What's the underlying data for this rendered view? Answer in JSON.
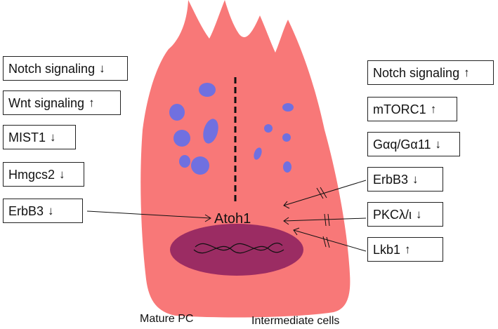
{
  "left_boxes": [
    {
      "label": "Notch signaling",
      "arrow": "↓"
    },
    {
      "label": "Wnt signaling",
      "arrow": "↑"
    },
    {
      "label": "MIST1",
      "arrow": "↓"
    },
    {
      "label": "Hmgcs2",
      "arrow": "↓"
    },
    {
      "label": "ErbB3",
      "arrow": "↓"
    }
  ],
  "right_boxes": [
    {
      "label": "Notch signaling",
      "arrow": "↑"
    },
    {
      "label": "mTORC1",
      "arrow": "↑"
    },
    {
      "label": "Gαq/Gα11",
      "arrow": "↓"
    },
    {
      "label": "ErbB3",
      "arrow": "↓"
    },
    {
      "label": "PKCλ/ι",
      "arrow": "↓"
    },
    {
      "label": "Lkb1",
      "arrow": "↑"
    }
  ],
  "center_label": "Atoh1",
  "captions": {
    "left": "Mature PC",
    "right": "Intermediate cells"
  },
  "colors": {
    "cell": "#f87878",
    "granule": "#7070e0",
    "nucleus": "#9b2c63",
    "line": "#111111"
  }
}
